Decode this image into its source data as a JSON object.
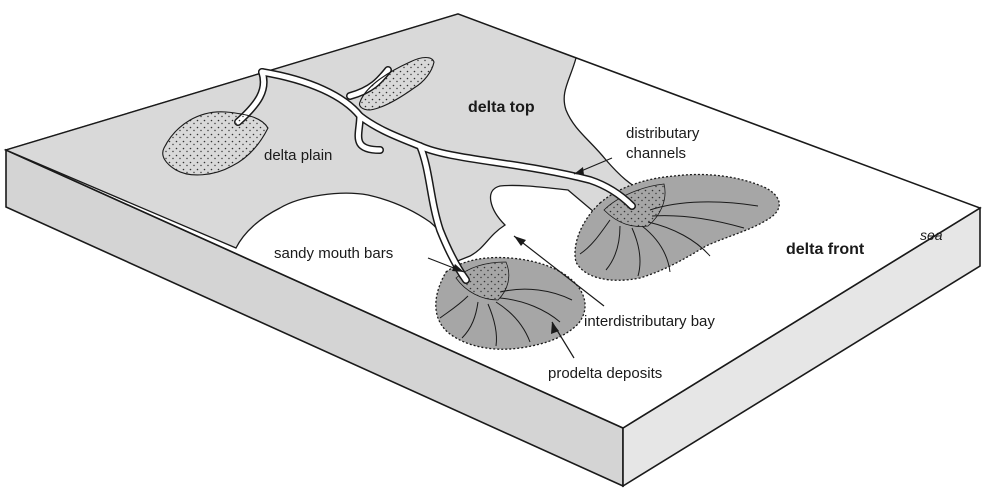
{
  "labels": {
    "delta_top": "delta top",
    "delta_plain": "delta plain",
    "distributary_1": "distributary",
    "distributary_2": "channels",
    "sea": "sea",
    "delta_front": "delta front",
    "sandy_mouth_bars": "sandy mouth bars",
    "interdistributary_bay": "interdistributary bay",
    "prodelta_deposits": "prodelta deposits"
  },
  "colors": {
    "land": "#d9d9d9",
    "sea": "#ffffff",
    "block_side_left": "#d4d4d4",
    "block_side_front": "#e4e4e4",
    "prodelta": "#a6a6a6",
    "channel": "#ffffff",
    "outline": "#1a1a1a",
    "sand_stipple": "#333333"
  }
}
